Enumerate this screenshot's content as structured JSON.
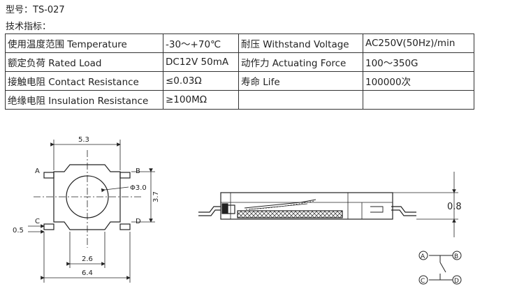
{
  "model": "型号：TS-027",
  "spec_heading": "技术指标：",
  "specs": [
    [
      "使用温度范围 Temperature",
      "-30～+70℃",
      "耐压 Withstand Voltage",
      "AC250V(50Hz)/min"
    ],
    [
      "额定负荷 Rated Load",
      "DC12V 50mA",
      "动作力 Actuating Force",
      "100～350G"
    ],
    [
      "接触电阻 Contact Resistance",
      "≤0.03Ω",
      "寿命 Life",
      "100000次"
    ],
    [
      "绝缘电阻 Insulation Resistance",
      "≥100MΩ",
      "",
      ""
    ]
  ],
  "top_view": {
    "dim_width": "5.3",
    "dim_height": "3.7",
    "dim_diameter": "Φ3.0",
    "dim_offset": "0.5",
    "dim_inner": "2.6",
    "dim_overall": "6.4",
    "pins": [
      "A",
      "B",
      "C",
      "D"
    ]
  },
  "side_view": {
    "dim_thickness": "0.8"
  },
  "circuit": {
    "pins": [
      "A",
      "B",
      "C",
      "D"
    ]
  }
}
